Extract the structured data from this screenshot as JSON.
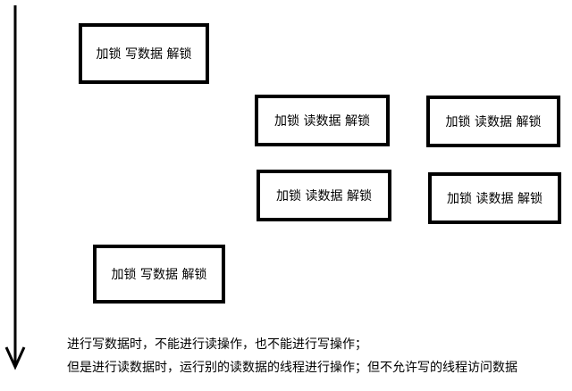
{
  "boxes": {
    "write_1": "加锁 写数据 解锁",
    "read_1": "加锁 读数据 解锁",
    "read_2": "加锁 读数据 解锁",
    "read_3": "加锁 读数据 解锁",
    "read_4": "加锁 读数据 解锁",
    "write_2": "加锁 写数据 解锁"
  },
  "notes": {
    "line_1": "进行写数据时，不能进行读操作，也不能进行写操作；",
    "line_2": "但是进行读数据时，运行别的读数据的线程进行操作；但不允许写的线程访问数据"
  },
  "colors": {
    "stroke": "#000000",
    "background": "#ffffff"
  }
}
